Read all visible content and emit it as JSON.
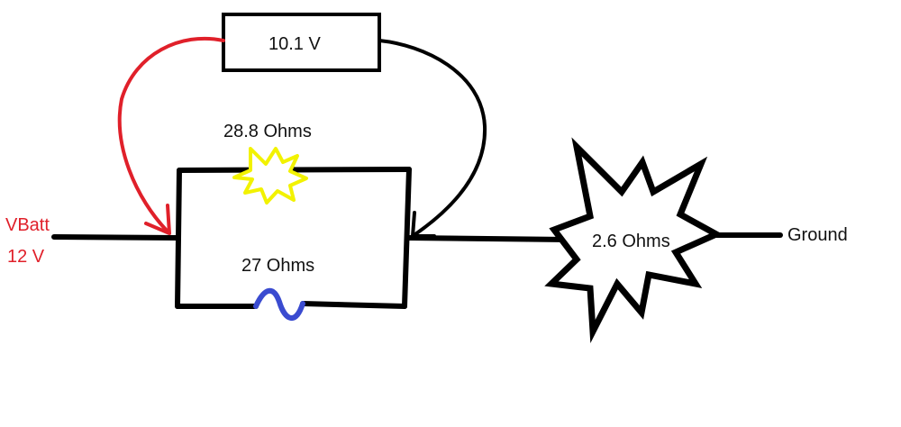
{
  "source": {
    "name": "VBatt",
    "voltage": "12 V"
  },
  "meter": {
    "reading": "10.1 V"
  },
  "components": {
    "top_resistor": "28.8 Ohms",
    "bottom_resistor": "27 Ohms",
    "series_resistor": "2.6 Ohms"
  },
  "ground": {
    "label": "Ground"
  },
  "colors": {
    "wire": "#000000",
    "battery_lead": "#e0202a",
    "meter_lead": "#000000",
    "burst_yellow": "#f2f200",
    "resistor_blue": "#3a4bd0",
    "battery_text": "#e0202a"
  }
}
